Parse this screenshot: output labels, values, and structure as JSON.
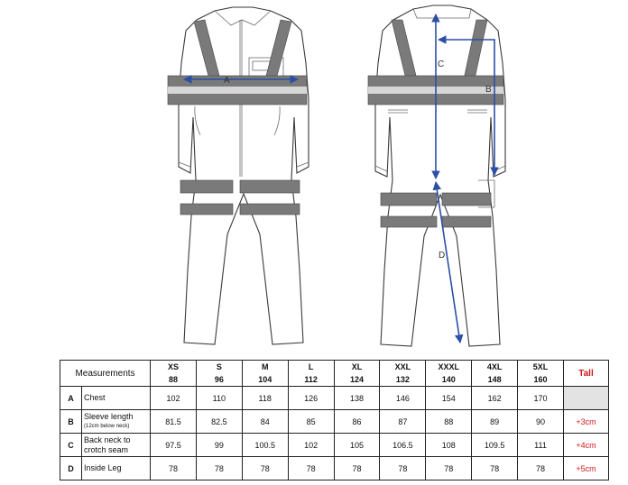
{
  "diagram": {
    "labels": {
      "a": "A",
      "b": "B",
      "c": "C",
      "d": "D"
    },
    "colors": {
      "arrow": "#2b4fa3",
      "tape": "#7a7a7a",
      "tall": "#d01818"
    }
  },
  "table": {
    "heading": "Measurements",
    "tall_heading": "Tall",
    "sizes": [
      "XS",
      "S",
      "M",
      "L",
      "XL",
      "XXL",
      "XXXL",
      "4XL",
      "5XL"
    ],
    "chest_refs": [
      "88",
      "96",
      "104",
      "112",
      "124",
      "132",
      "140",
      "148",
      "160"
    ],
    "rows": [
      {
        "key": "A",
        "name": "Chest",
        "note": "",
        "values": [
          "102",
          "110",
          "118",
          "126",
          "138",
          "146",
          "154",
          "162",
          "170"
        ],
        "tall": ""
      },
      {
        "key": "B",
        "name": "Sleeve length",
        "note": "(12cm below neck)",
        "values": [
          "81.5",
          "82.5",
          "84",
          "85",
          "86",
          "87",
          "88",
          "89",
          "90"
        ],
        "tall": "+3cm"
      },
      {
        "key": "C",
        "name": "Back neck to crotch seam",
        "note": "",
        "values": [
          "97.5",
          "99",
          "100.5",
          "102",
          "105",
          "106.5",
          "108",
          "109.5",
          "111"
        ],
        "tall": "+4cm"
      },
      {
        "key": "D",
        "name": "Inside Leg",
        "note": "",
        "values": [
          "78",
          "78",
          "78",
          "78",
          "78",
          "78",
          "78",
          "78",
          "78"
        ],
        "tall": "+5cm"
      }
    ]
  }
}
